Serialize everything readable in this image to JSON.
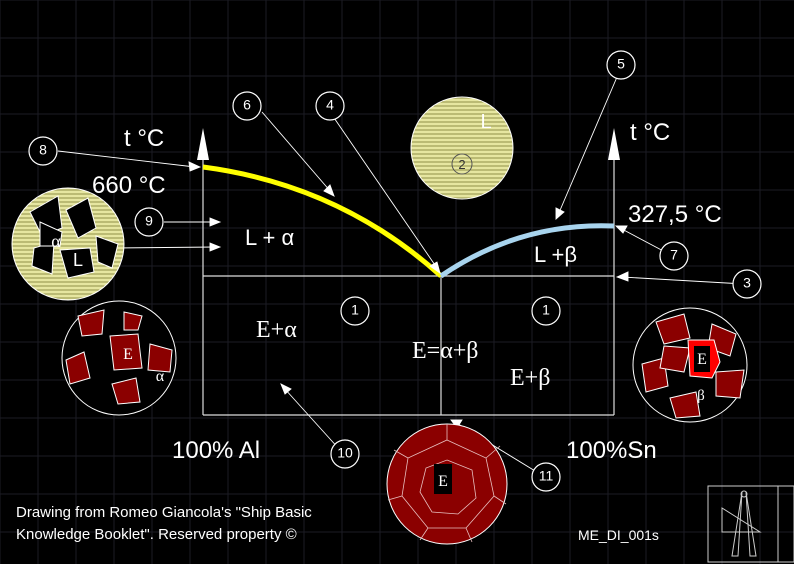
{
  "axis_labels": {
    "left_temp": "t  °C",
    "right_temp": "t  °C",
    "al_melting": "660 °C",
    "sn_melting": "327,5  °C"
  },
  "regions": {
    "l_alpha": "L + α",
    "l_beta": "L +β",
    "e_alpha": "E+α",
    "e_eutectic": "E=α+β",
    "e_beta": "E+β"
  },
  "compositions": {
    "left": "100% Al",
    "right": "100%Sn"
  },
  "callouts": [
    "1",
    "1",
    "2",
    "3",
    "4",
    "5",
    "6",
    "7",
    "8",
    "9",
    "10",
    "11"
  ],
  "grain_labels": {
    "liquid_circle": "L",
    "liquid_circle_num": "2",
    "alpha_l_alpha": "α",
    "alpha_l_l": "L",
    "e_alpha_e": "E",
    "e_alpha_alpha": "α",
    "e_beta_e": "E",
    "e_beta_beta": "β",
    "eutectic_e": "E"
  },
  "credit_line1": "Drawing from Romeo Giancola's \"Ship Basic",
  "credit_line2": "Knowledge Booklet\". Reserved property ©",
  "drawing_code": "ME_DI_001s",
  "colors": {
    "liquidus_left": "#ffff00",
    "liquidus_right": "#add8f0",
    "grain_dark": "#8b0000",
    "liquid_fill": "#e8e8a8",
    "grid": "#1c1c24"
  }
}
